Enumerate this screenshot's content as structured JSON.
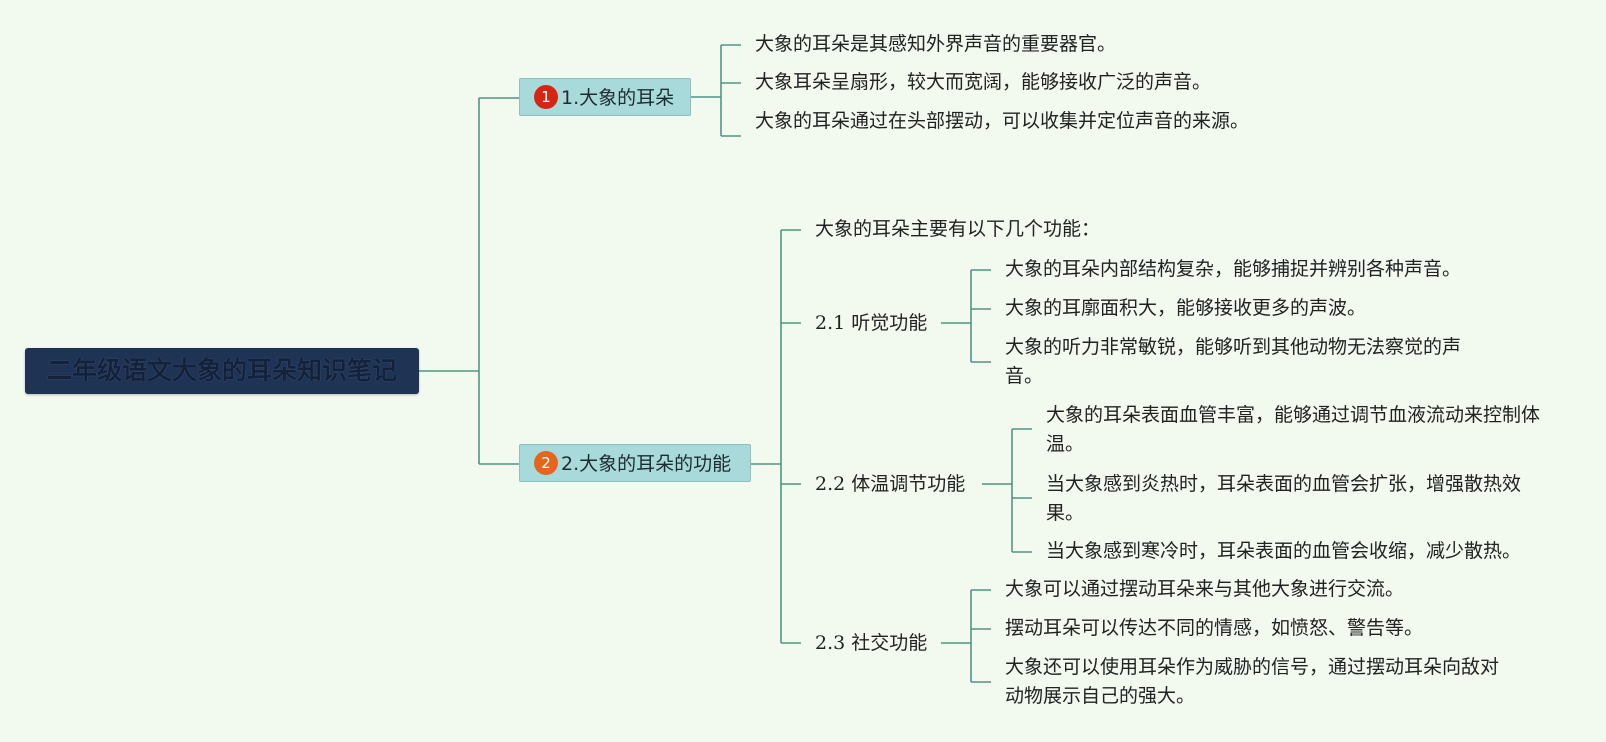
{
  "root": "二年级语文大象的耳朵知识笔记",
  "branch1": {
    "badge": "1",
    "label": "1.大象的耳朵",
    "items": [
      "大象的耳朵是其感知外界声音的重要器官。",
      "大象耳朵呈扇形，较大而宽阔，能够接收广泛的声音。",
      "大象的耳朵通过在头部摆动，可以收集并定位声音的来源。"
    ]
  },
  "branch2": {
    "badge": "2",
    "label": "2.大象的耳朵的功能",
    "intro": "大象的耳朵主要有以下几个功能：",
    "sub1": {
      "label": "2.1 听觉功能",
      "items": [
        "大象的耳朵内部结构复杂，能够捕捉并辨别各种声音。",
        "大象的耳廓面积大，能够接收更多的声波。",
        "大象的听力非常敏锐，能够听到其他动物无法察觉的声音。"
      ]
    },
    "sub2": {
      "label": "2.2 体温调节功能",
      "items": [
        "大象的耳朵表面血管丰富，能够通过调节血液流动来控制体温。",
        "当大象感到炎热时，耳朵表面的血管会扩张，增强散热效果。",
        "当大象感到寒冷时，耳朵表面的血管会收缩，减少散热。"
      ]
    },
    "sub3": {
      "label": "2.3 社交功能",
      "items": [
        "大象可以通过摆动耳朵来与其他大象进行交流。",
        "摆动耳朵可以传达不同的情感，如愤怒、警告等。",
        "大象还可以使用耳朵作为威胁的信号，通过摆动耳朵向敌对动物展示自己的强大。"
      ]
    }
  },
  "colors": {
    "background": "#f2faf0",
    "root_fill": "#1f3355",
    "branch_fill": "#a9dadb",
    "connector": "#4f9585",
    "badge_1": "#d62613",
    "badge_2": "#e3661f"
  }
}
